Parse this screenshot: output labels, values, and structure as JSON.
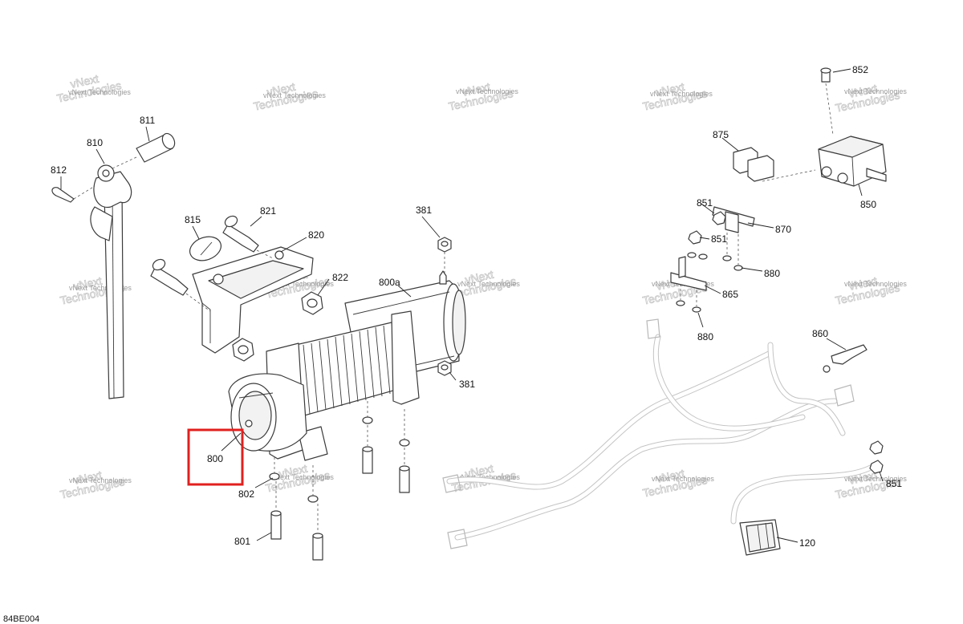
{
  "diagram_code": "84BE004",
  "watermark": {
    "line1": "vNext",
    "line2": "Technologies",
    "small": "vNext Technologies"
  },
  "callouts": {
    "c811": "811",
    "c810": "810",
    "c812": "812",
    "c815": "815",
    "c821": "821",
    "c820": "820",
    "c822": "822",
    "c381a": "381",
    "c381b": "381",
    "c800a": "800a",
    "c800": "800",
    "c802": "802",
    "c801": "801",
    "c852": "852",
    "c875": "875",
    "c850": "850",
    "c851a": "851",
    "c851b": "851",
    "c851c": "851",
    "c870": "870",
    "c880a": "880",
    "c880b": "880",
    "c865": "865",
    "c860": "860",
    "c120": "120"
  },
  "highlight": {
    "color": "#e0201e",
    "target": "800"
  }
}
